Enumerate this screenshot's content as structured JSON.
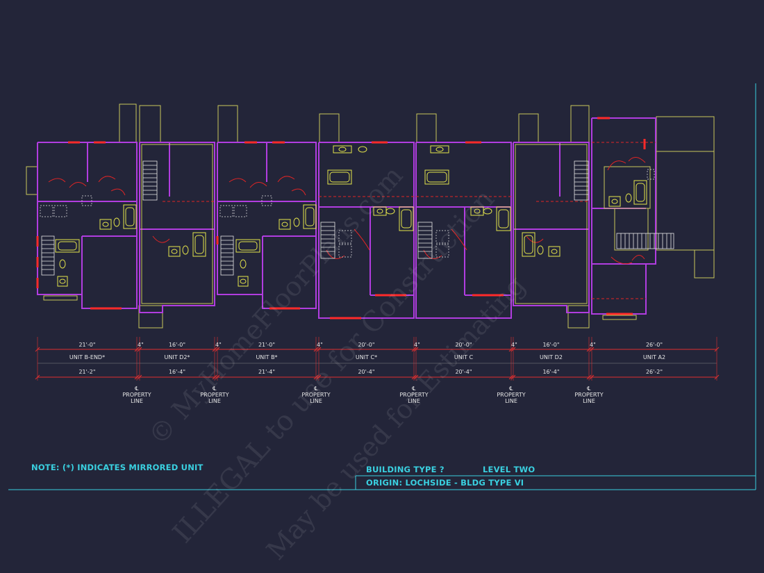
{
  "units": [
    {
      "name": "UNIT B-END*",
      "overall": "21'-0\"",
      "total": "21'-2\""
    },
    {
      "name": "UNIT D2*",
      "overall": "16'-0\"",
      "total": "16'-4\""
    },
    {
      "name": "UNIT B*",
      "overall": "21'-0\"",
      "total": "21'-4\""
    },
    {
      "name": "UNIT C*",
      "overall": "20'-0\"",
      "total": "20'-4\""
    },
    {
      "name": "UNIT C",
      "overall": "20'-0\"",
      "total": "20'-4\""
    },
    {
      "name": "UNIT D2",
      "overall": "16'-0\"",
      "total": "16'-4\""
    },
    {
      "name": "UNIT A2",
      "overall": "26'-0\"",
      "total": "26'-2\""
    }
  ],
  "wall_gap_label": "4\"",
  "property_line": {
    "symbol": "℄",
    "line1": "PROPERTY",
    "line2": "LINE"
  },
  "note": "NOTE:  (*)  INDICATES MIRRORED UNIT",
  "title_block": {
    "building_type": "BUILDING TYPE ?",
    "level": "LEVEL TWO",
    "origin": "ORIGIN: LOCHSIDE - BLDG TYPE VI"
  },
  "watermark": {
    "line1": "© MyHomeFloorPlans.com",
    "line2": "ILLEGAL to use for Construction",
    "line3": "May be used for Estimating"
  },
  "colors": {
    "background": "#232539",
    "wall": "#b13de0",
    "door": "#e02525",
    "fixture": "#e6e64c",
    "outline": "#c8c85a",
    "dimension": "#e03030",
    "frame": "#3ad0e0",
    "text": "#e6e6e6"
  }
}
